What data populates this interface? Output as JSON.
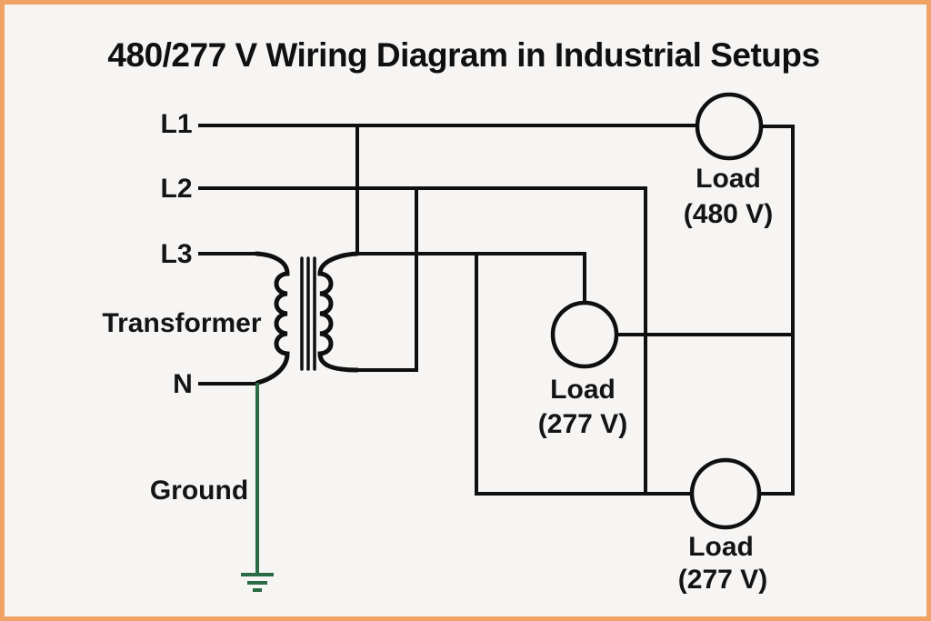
{
  "title": "480/277 V Wiring Diagram in Industrial Setups",
  "terminals": {
    "l1": "L1",
    "l2": "L2",
    "l3": "L3",
    "neutral": "N"
  },
  "labels": {
    "transformer": "Transformer",
    "ground": "Ground"
  },
  "loads": [
    {
      "name": "Load",
      "voltage": "(480 V)"
    },
    {
      "name": "Load",
      "voltage": "(277 V)"
    },
    {
      "name": "Load",
      "voltage": "(277 V)"
    }
  ],
  "colors": {
    "border": "#f0a365",
    "background": "#f6f5f3",
    "wire": "#0f0f0f",
    "ground_wire": "#2a6b43",
    "text": "#141414"
  }
}
